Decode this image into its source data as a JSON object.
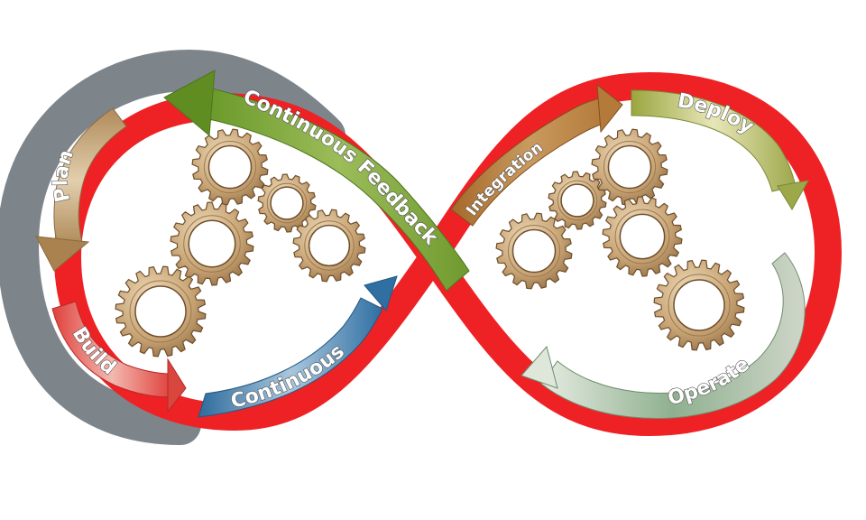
{
  "diagram": {
    "labels": {
      "continuous_feedback": "Continuous Feedback",
      "plan": "Plan",
      "build": "Build",
      "continuous": "Continuous",
      "integration": "Integration",
      "deploy": "Deploy",
      "operate": "Operate"
    },
    "colors": {
      "loop_red": "#ee2225",
      "ring_gray": "#7d858b",
      "feedback_green": "#6f9a2f",
      "plan_tan": "#b9966a",
      "build_red": "#e03a3a",
      "continuous_blue": "#3a78a8",
      "integration_brown": "#a46a2d",
      "deploy_olive": "#9ea84a",
      "operate_sage": "#8aa88a",
      "gear_bronze": "#c9a77a"
    },
    "icons": [
      "gear-icon"
    ]
  }
}
